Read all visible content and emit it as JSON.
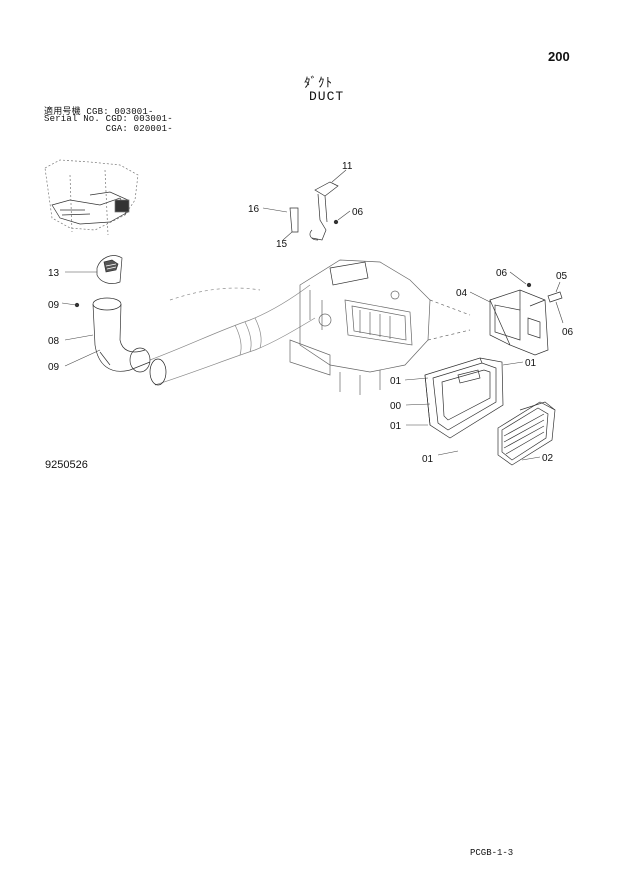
{
  "header": {
    "page_number": "200",
    "title_jp": "ﾀﾞｸﾄ",
    "title_en": "DUCT"
  },
  "serial_info": {
    "line1": "適用号機  CGB: 003001-",
    "line2": "Serial No. CGD: 003001-",
    "line3": "           CGA: 020001-"
  },
  "callouts": {
    "c11": "11",
    "c16": "16",
    "c06a": "06",
    "c15": "15",
    "c13": "13",
    "c09a": "09",
    "c08": "08",
    "c09b": "09",
    "c06b": "06",
    "c05": "05",
    "c04": "04",
    "c06c": "06",
    "c01a": "01",
    "c01b": "01",
    "c00": "00",
    "c01c": "01",
    "c01d": "01",
    "c02": "02"
  },
  "footer": {
    "drawing_number": "9250526",
    "page_code": "PCGB-1-3"
  }
}
